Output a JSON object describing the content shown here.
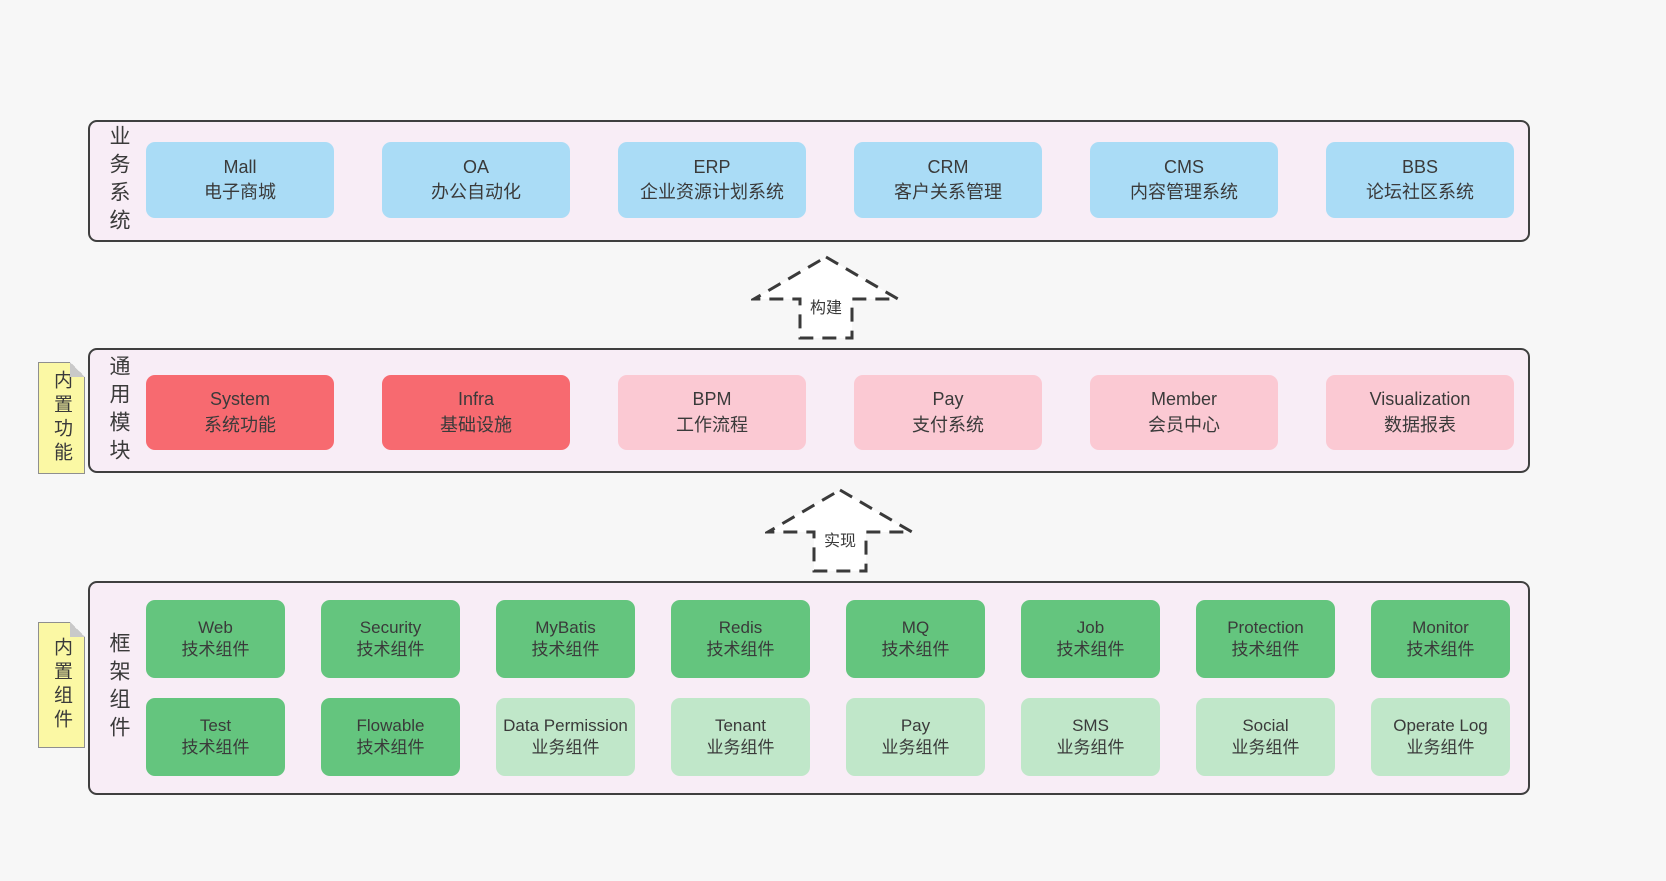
{
  "colors": {
    "page_background": "#f7f7f7",
    "band_fill": "#f8edf6",
    "band_border": "#3f3f3f",
    "business_box": "#aadcf6",
    "core_module_box": "#f76a70",
    "optional_module_box": "#fbc9d3",
    "tech_component_box": "#64c57e",
    "biz_component_box": "#c0e7c9",
    "sticky_note": "#fbf8a4"
  },
  "arrows": [
    {
      "label": "构建"
    },
    {
      "label": "实现"
    }
  ],
  "layers": [
    {
      "side_label": "业务系统",
      "boxes": [
        {
          "title": "Mall",
          "subtitle": "电子商城"
        },
        {
          "title": "OA",
          "subtitle": "办公自动化"
        },
        {
          "title": "ERP",
          "subtitle": "企业资源计划系统"
        },
        {
          "title": "CRM",
          "subtitle": "客户关系管理"
        },
        {
          "title": "CMS",
          "subtitle": "内容管理系统"
        },
        {
          "title": "BBS",
          "subtitle": "论坛社区系统"
        }
      ]
    },
    {
      "side_label": "通用模块",
      "sticky_note": "内置功能",
      "boxes": [
        {
          "title": "System",
          "subtitle": "系统功能"
        },
        {
          "title": "Infra",
          "subtitle": "基础设施"
        },
        {
          "title": "BPM",
          "subtitle": "工作流程"
        },
        {
          "title": "Pay",
          "subtitle": "支付系统"
        },
        {
          "title": "Member",
          "subtitle": "会员中心"
        },
        {
          "title": "Visualization",
          "subtitle": "数据报表"
        }
      ]
    },
    {
      "side_label": "框架组件",
      "sticky_note": "内置组件",
      "rows": [
        [
          {
            "title": "Web",
            "subtitle": "技术组件"
          },
          {
            "title": "Security",
            "subtitle": "技术组件"
          },
          {
            "title": "MyBatis",
            "subtitle": "技术组件"
          },
          {
            "title": "Redis",
            "subtitle": "技术组件"
          },
          {
            "title": "MQ",
            "subtitle": "技术组件"
          },
          {
            "title": "Job",
            "subtitle": "技术组件"
          },
          {
            "title": "Protection",
            "subtitle": "技术组件"
          },
          {
            "title": "Monitor",
            "subtitle": "技术组件"
          }
        ],
        [
          {
            "title": "Test",
            "subtitle": "技术组件"
          },
          {
            "title": "Flowable",
            "subtitle": "技术组件"
          },
          {
            "title": "Data Permission",
            "subtitle": "业务组件"
          },
          {
            "title": "Tenant",
            "subtitle": "业务组件"
          },
          {
            "title": "Pay",
            "subtitle": "业务组件"
          },
          {
            "title": "SMS",
            "subtitle": "业务组件"
          },
          {
            "title": "Social",
            "subtitle": "业务组件"
          },
          {
            "title": "Operate Log",
            "subtitle": "业务组件"
          }
        ]
      ]
    }
  ]
}
